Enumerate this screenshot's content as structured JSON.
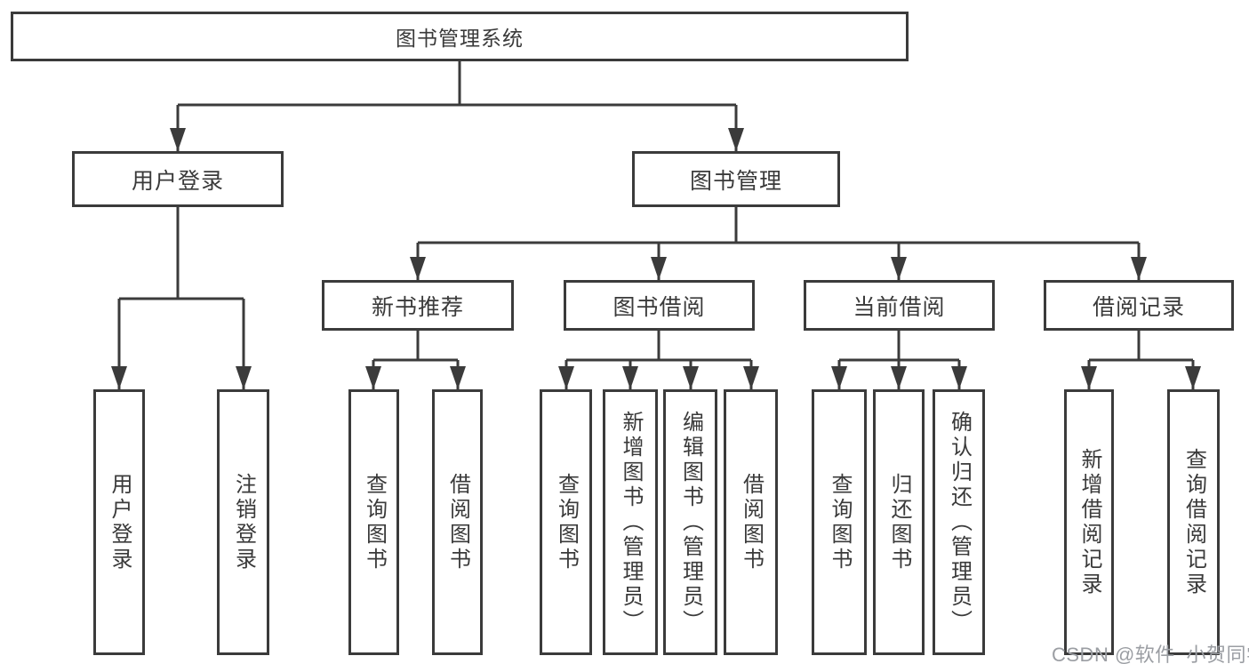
{
  "diagram": {
    "tree": {
      "label": "图书管理系统",
      "children": [
        {
          "label": "用户登录",
          "children": [
            {
              "label": "用户登录"
            },
            {
              "label": "注销登录"
            }
          ]
        },
        {
          "label": "图书管理",
          "children": [
            {
              "label": "新书推荐",
              "children": [
                {
                  "label": "查询图书"
                },
                {
                  "label": "借阅图书"
                }
              ]
            },
            {
              "label": "图书借阅",
              "children": [
                {
                  "label": "查询图书"
                },
                {
                  "label": "新增图书（管理员）"
                },
                {
                  "label": "编辑图书（管理员）"
                },
                {
                  "label": "借阅图书"
                }
              ]
            },
            {
              "label": "当前借阅",
              "children": [
                {
                  "label": "查询图书"
                },
                {
                  "label": "归还图书"
                },
                {
                  "label": "确认归还（管理员）"
                }
              ]
            },
            {
              "label": "借阅记录",
              "children": [
                {
                  "label": "新增借阅记录"
                },
                {
                  "label": "查询借阅记录"
                }
              ]
            }
          ]
        }
      ]
    },
    "colors": {
      "line": "#3b3b3b",
      "box_border": "#3b3b3b",
      "box_background": "#ffffff",
      "text": "#3a3a3a"
    }
  },
  "watermark": {
    "text": "CSDN @软件_小贺同学",
    "color": "#9b9ea3"
  }
}
